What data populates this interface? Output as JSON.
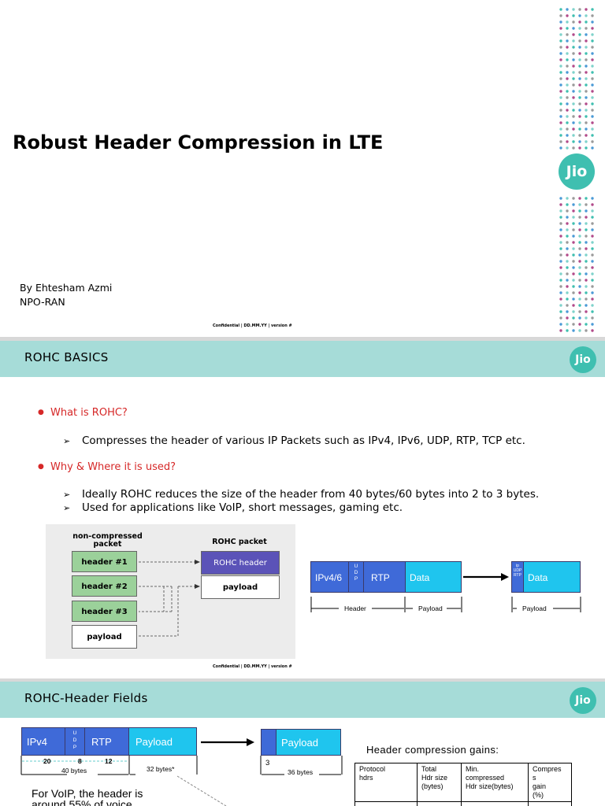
{
  "slide1": {
    "title": "Robust Header Compression in LTE",
    "author": "By Ehtesham Azmi",
    "dept": "NPO-RAN",
    "footer": "Confidential | DD.MM.YY | version #",
    "logo": "Jio"
  },
  "slide2": {
    "heading": "ROHC BASICS",
    "logo": "Jio",
    "questions": [
      {
        "q": "What is ROHC?",
        "answers": [
          "Compresses the header of various IP Packets such as IPv4, IPv6, UDP, RTP, TCP etc."
        ]
      },
      {
        "q": "Why & Where it is used?",
        "answers": [
          "Ideally ROHC reduces the size of the header from 40 bytes/60 bytes into 2 to 3 bytes.",
          "Used for applications like VoIP, short messages, gaming etc."
        ]
      }
    ],
    "bullet_icon": "bullet-dot",
    "answer_icon": "arrowhead-bullet",
    "diagram_left": {
      "left_title": "non-compressed packet",
      "right_title": "ROHC packet",
      "boxes": [
        "header #1",
        "header #2",
        "header #3",
        "payload"
      ],
      "rohc_header": "ROHC header",
      "rohc_payload": "payload"
    },
    "diagram_right": {
      "ipv": "IPv4/6",
      "udp": "U\nD\nP",
      "rtp": "RTP",
      "data": "Data",
      "compressed_mark": "ip\nUDP\nRTP",
      "data2": "Data",
      "header_lbl": "Header",
      "payload_lbl": "Payload",
      "payload_lbl2": "Payload"
    },
    "footer": "Confidential | DD.MM.YY | version #",
    "colors": {
      "band": "#a6dcd8",
      "logo": "#3fbfb0",
      "question": "#d62828",
      "blue": "#3f6ad8",
      "cyan": "#1fc5ee"
    }
  },
  "slide3": {
    "heading": "ROHC-Header Fields",
    "logo": "Jio",
    "packet": {
      "ipv4": "IPv4",
      "udp": "U\nD\nP",
      "rtp": "RTP",
      "payload": "Payload",
      "n20": "20",
      "n8": "8",
      "n12": "12",
      "total": "40 bytes",
      "payload_size": "32 bytes*"
    },
    "compressed": {
      "payload": "Payload",
      "size_small": "3",
      "total": "36 bytes"
    },
    "note": "For VoIP, the header is\naround 55% of voice",
    "gains_title": "Header compression gains:",
    "table": {
      "rows": [
        [
          "Protocol\nhdrs",
          "Total\nHdr size\n(bytes)",
          "Min.\ncompressed\nHdr size(bytes)",
          "Compres\ns\ngain\n(%)"
        ]
      ]
    }
  }
}
